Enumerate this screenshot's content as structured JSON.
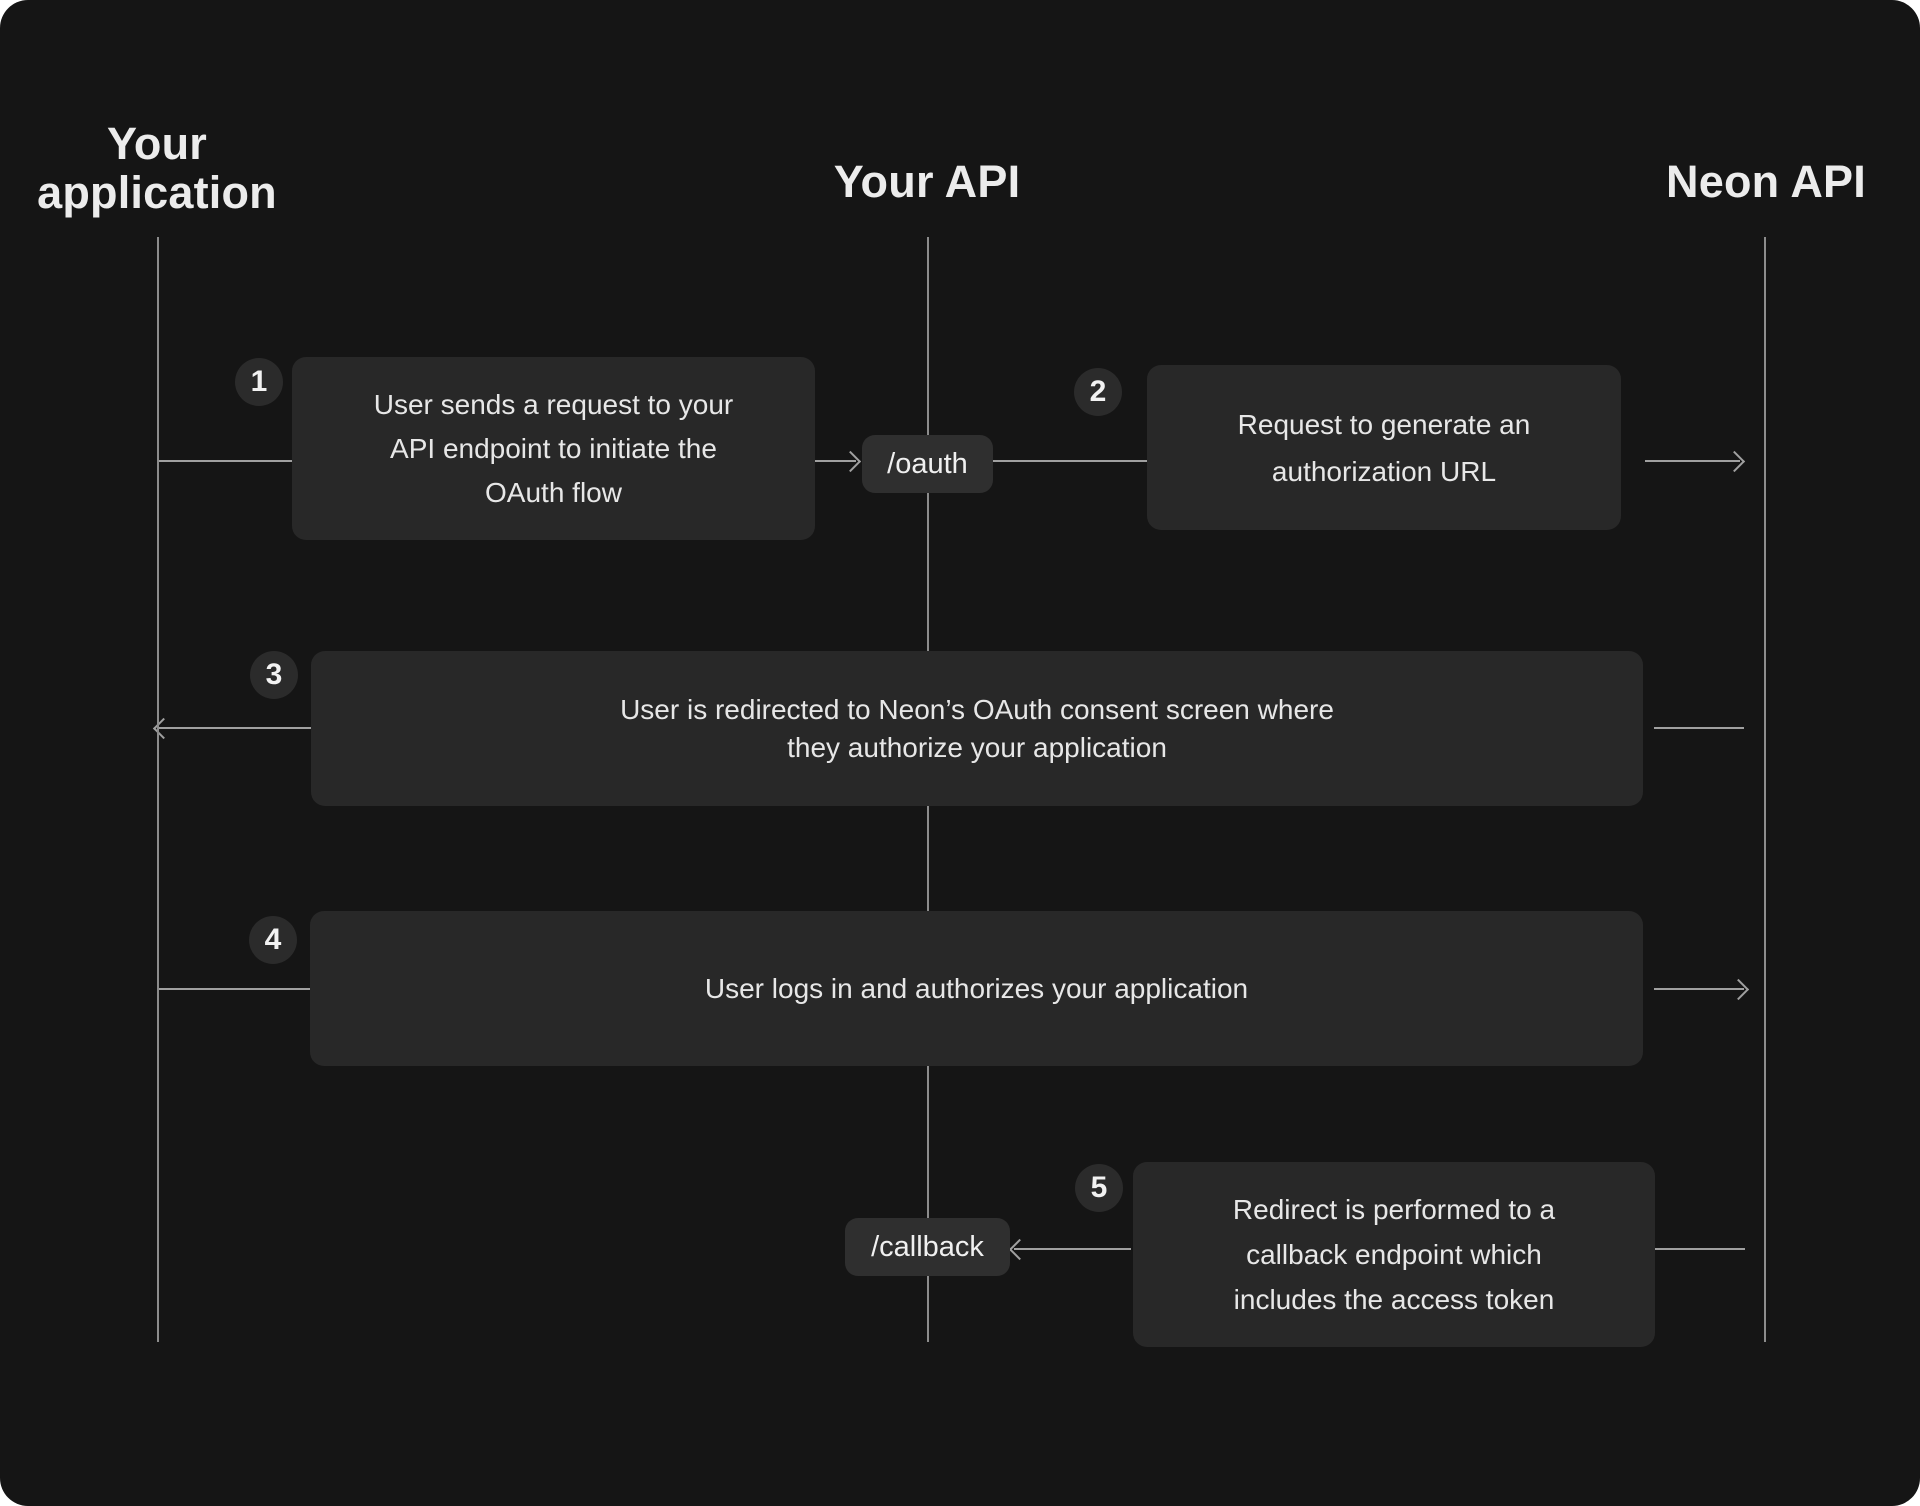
{
  "title": "Neon OAuth flow sequence diagram",
  "colors": {
    "canvas_bg": "#151515",
    "box_bg": "#282828",
    "chip_bg": "#2f2f2f",
    "badge_bg": "#2b2b2b",
    "connector_line": "#a0a0a0",
    "lifeline": "#8c8c8c",
    "box_text": "#e7e7e7",
    "header_text": "#ececec"
  },
  "actors": [
    {
      "id": "your-application",
      "label": "Your application",
      "lines": [
        "Your",
        "application"
      ]
    },
    {
      "id": "your-api",
      "label": "Your API",
      "lines": [
        "Your API"
      ]
    },
    {
      "id": "neon-api",
      "label": "Neon API",
      "lines": [
        "Neon API"
      ]
    }
  ],
  "endpoints": {
    "oauth": "/oauth",
    "callback": "/callback"
  },
  "steps": [
    {
      "num": "1",
      "lines": [
        "User sends a request to your",
        "API endpoint to initiate the",
        "OAuth flow"
      ]
    },
    {
      "num": "2",
      "lines": [
        "Request to generate an",
        "authorization URL"
      ]
    },
    {
      "num": "3",
      "lines": [
        "User is redirected to Neon’s OAuth consent screen where",
        "they authorize your application"
      ]
    },
    {
      "num": "4",
      "lines": [
        "User logs in and authorizes your application"
      ]
    },
    {
      "num": "5",
      "lines": [
        "Redirect is performed to a",
        "callback endpoint which",
        "includes the access token"
      ]
    }
  ]
}
